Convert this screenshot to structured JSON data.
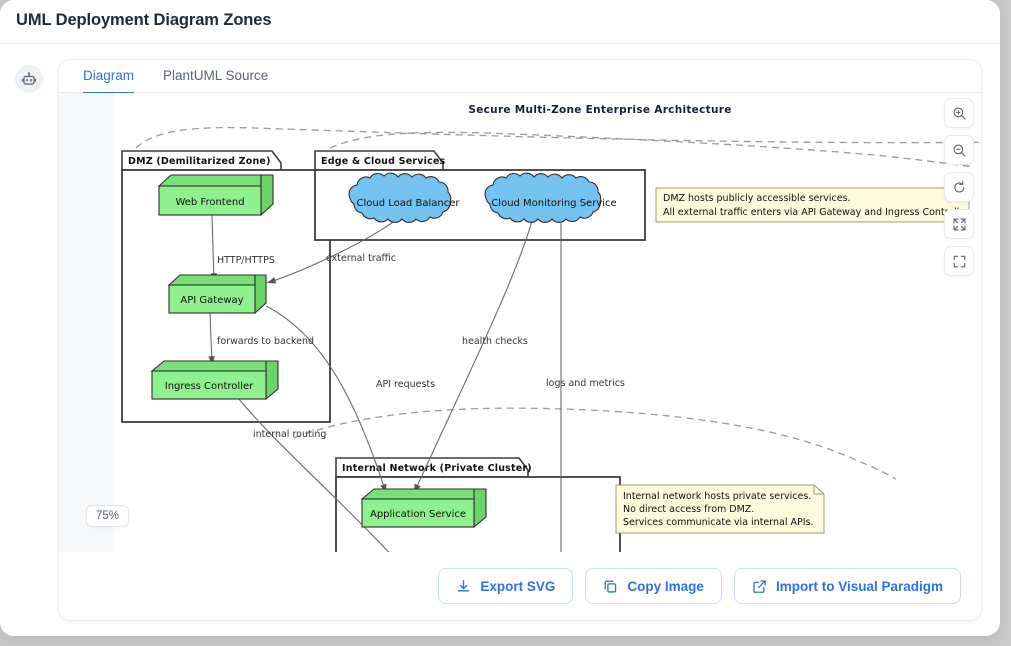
{
  "window": {
    "title": "UML Deployment Diagram Zones"
  },
  "rail": {
    "bot_icon": "robot-icon"
  },
  "tabs": [
    {
      "label": "Diagram",
      "active": true
    },
    {
      "label": "PlantUML Source",
      "active": false
    }
  ],
  "viewer": {
    "zoom_level": "75%",
    "controls": [
      {
        "name": "zoom-in-icon",
        "label": "Zoom in"
      },
      {
        "name": "zoom-out-icon",
        "label": "Zoom out"
      },
      {
        "name": "reset-icon",
        "label": "Reset view"
      },
      {
        "name": "fit-screen-icon",
        "label": "Fit to screen"
      },
      {
        "name": "fullscreen-icon",
        "label": "Fullscreen"
      }
    ]
  },
  "diagram": {
    "title": "Secure Multi-Zone Enterprise Architecture",
    "zones": [
      {
        "id": "dmz",
        "label": "DMZ (Demilitarized Zone)"
      },
      {
        "id": "edge",
        "label": "Edge & Cloud Services"
      },
      {
        "id": "internal",
        "label": "Internal Network (Private Cluster)"
      }
    ],
    "nodes": [
      {
        "id": "web",
        "label": "Web Frontend",
        "shape": "node3d",
        "zone": "dmz"
      },
      {
        "id": "apigw",
        "label": "API Gateway",
        "shape": "node3d",
        "zone": "dmz"
      },
      {
        "id": "ingress",
        "label": "Ingress Controller",
        "shape": "node3d",
        "zone": "dmz"
      },
      {
        "id": "clb",
        "label": "Cloud Load Balancer",
        "shape": "cloud",
        "zone": "edge"
      },
      {
        "id": "cms",
        "label": "Cloud Monitoring Service",
        "shape": "cloud",
        "zone": "edge"
      },
      {
        "id": "appsvc",
        "label": "Application Service",
        "shape": "node3d",
        "zone": "internal"
      }
    ],
    "edges": [
      {
        "from": "web",
        "to": "apigw",
        "label": "HTTP/HTTPS"
      },
      {
        "from": "clb",
        "to": "apigw",
        "label": "external traffic"
      },
      {
        "from": "apigw",
        "to": "ingress",
        "label": "forwards to backend"
      },
      {
        "from": "apigw",
        "to": "appsvc",
        "label": "API requests"
      },
      {
        "from": "cms",
        "to": "appsvc",
        "label": "health checks"
      },
      {
        "from": "cms",
        "to": "appsvc",
        "label": "logs and metrics"
      },
      {
        "from": "ingress",
        "to": "appsvc",
        "label": "internal routing"
      }
    ],
    "notes": [
      {
        "id": "note-dmz",
        "lines": [
          "DMZ hosts publicly accessible services.",
          "All external traffic enters via API Gateway and Ingress Controller"
        ]
      },
      {
        "id": "note-internal",
        "lines": [
          "Internal network hosts private services.",
          "No direct access from DMZ.",
          "Services communicate via internal APIs."
        ]
      }
    ],
    "colors": {
      "node_fill": "#8ef08e",
      "node_stroke": "#2f2f2f",
      "cloud_fill": "#73c2ef",
      "cloud_stroke": "#2f2f2f",
      "note_fill": "#fdfbdb",
      "note_stroke": "#9e9e6a",
      "edge_stroke": "#6b6b6b",
      "zone_stroke": "#4a4a4a"
    }
  },
  "footer": {
    "buttons": [
      {
        "label": "Export SVG",
        "icon": "download-icon"
      },
      {
        "label": "Copy Image",
        "icon": "copy-icon"
      },
      {
        "label": "Import to Visual Paradigm",
        "icon": "external-link-icon"
      }
    ]
  }
}
